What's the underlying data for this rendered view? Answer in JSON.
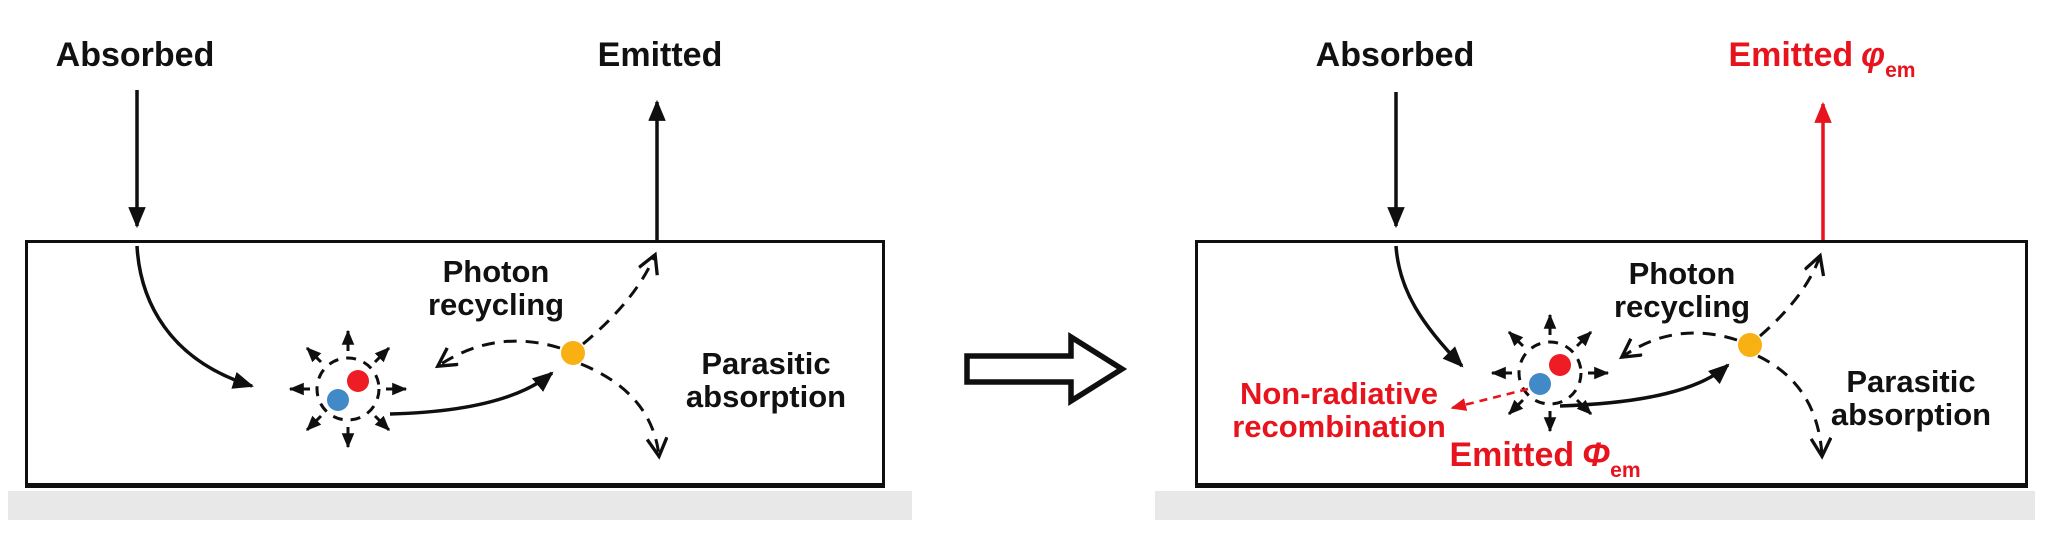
{
  "figure": {
    "description_left_panel": "absorber slab before",
    "description_right_panel": "absorber slab after"
  },
  "colors": {
    "red": "#e7141d",
    "black": "#0f0f0f",
    "photon_yellow": "#f8b013",
    "electron_blue": "#4189c7",
    "hole_red": "#ee1c24",
    "substrate_gray": "#e9e8e8"
  },
  "left": {
    "absorbed": "Absorbed",
    "emitted": "Emitted",
    "photon_recycling": "Photon recycling",
    "parasitic": "Parasitic absorption"
  },
  "right": {
    "absorbed": "Absorbed",
    "emitted_prefix": "Emitted",
    "emitted_symbol": "φ",
    "emitted_sub": "em",
    "photon_recycling": "Photon recycling",
    "parasitic": "Parasitic absorption",
    "nonradiative": "Non-radiative recombination",
    "emitted_internal_prefix": "Emitted",
    "emitted_internal_symbol": "Φ",
    "emitted_internal_sub": "em"
  }
}
